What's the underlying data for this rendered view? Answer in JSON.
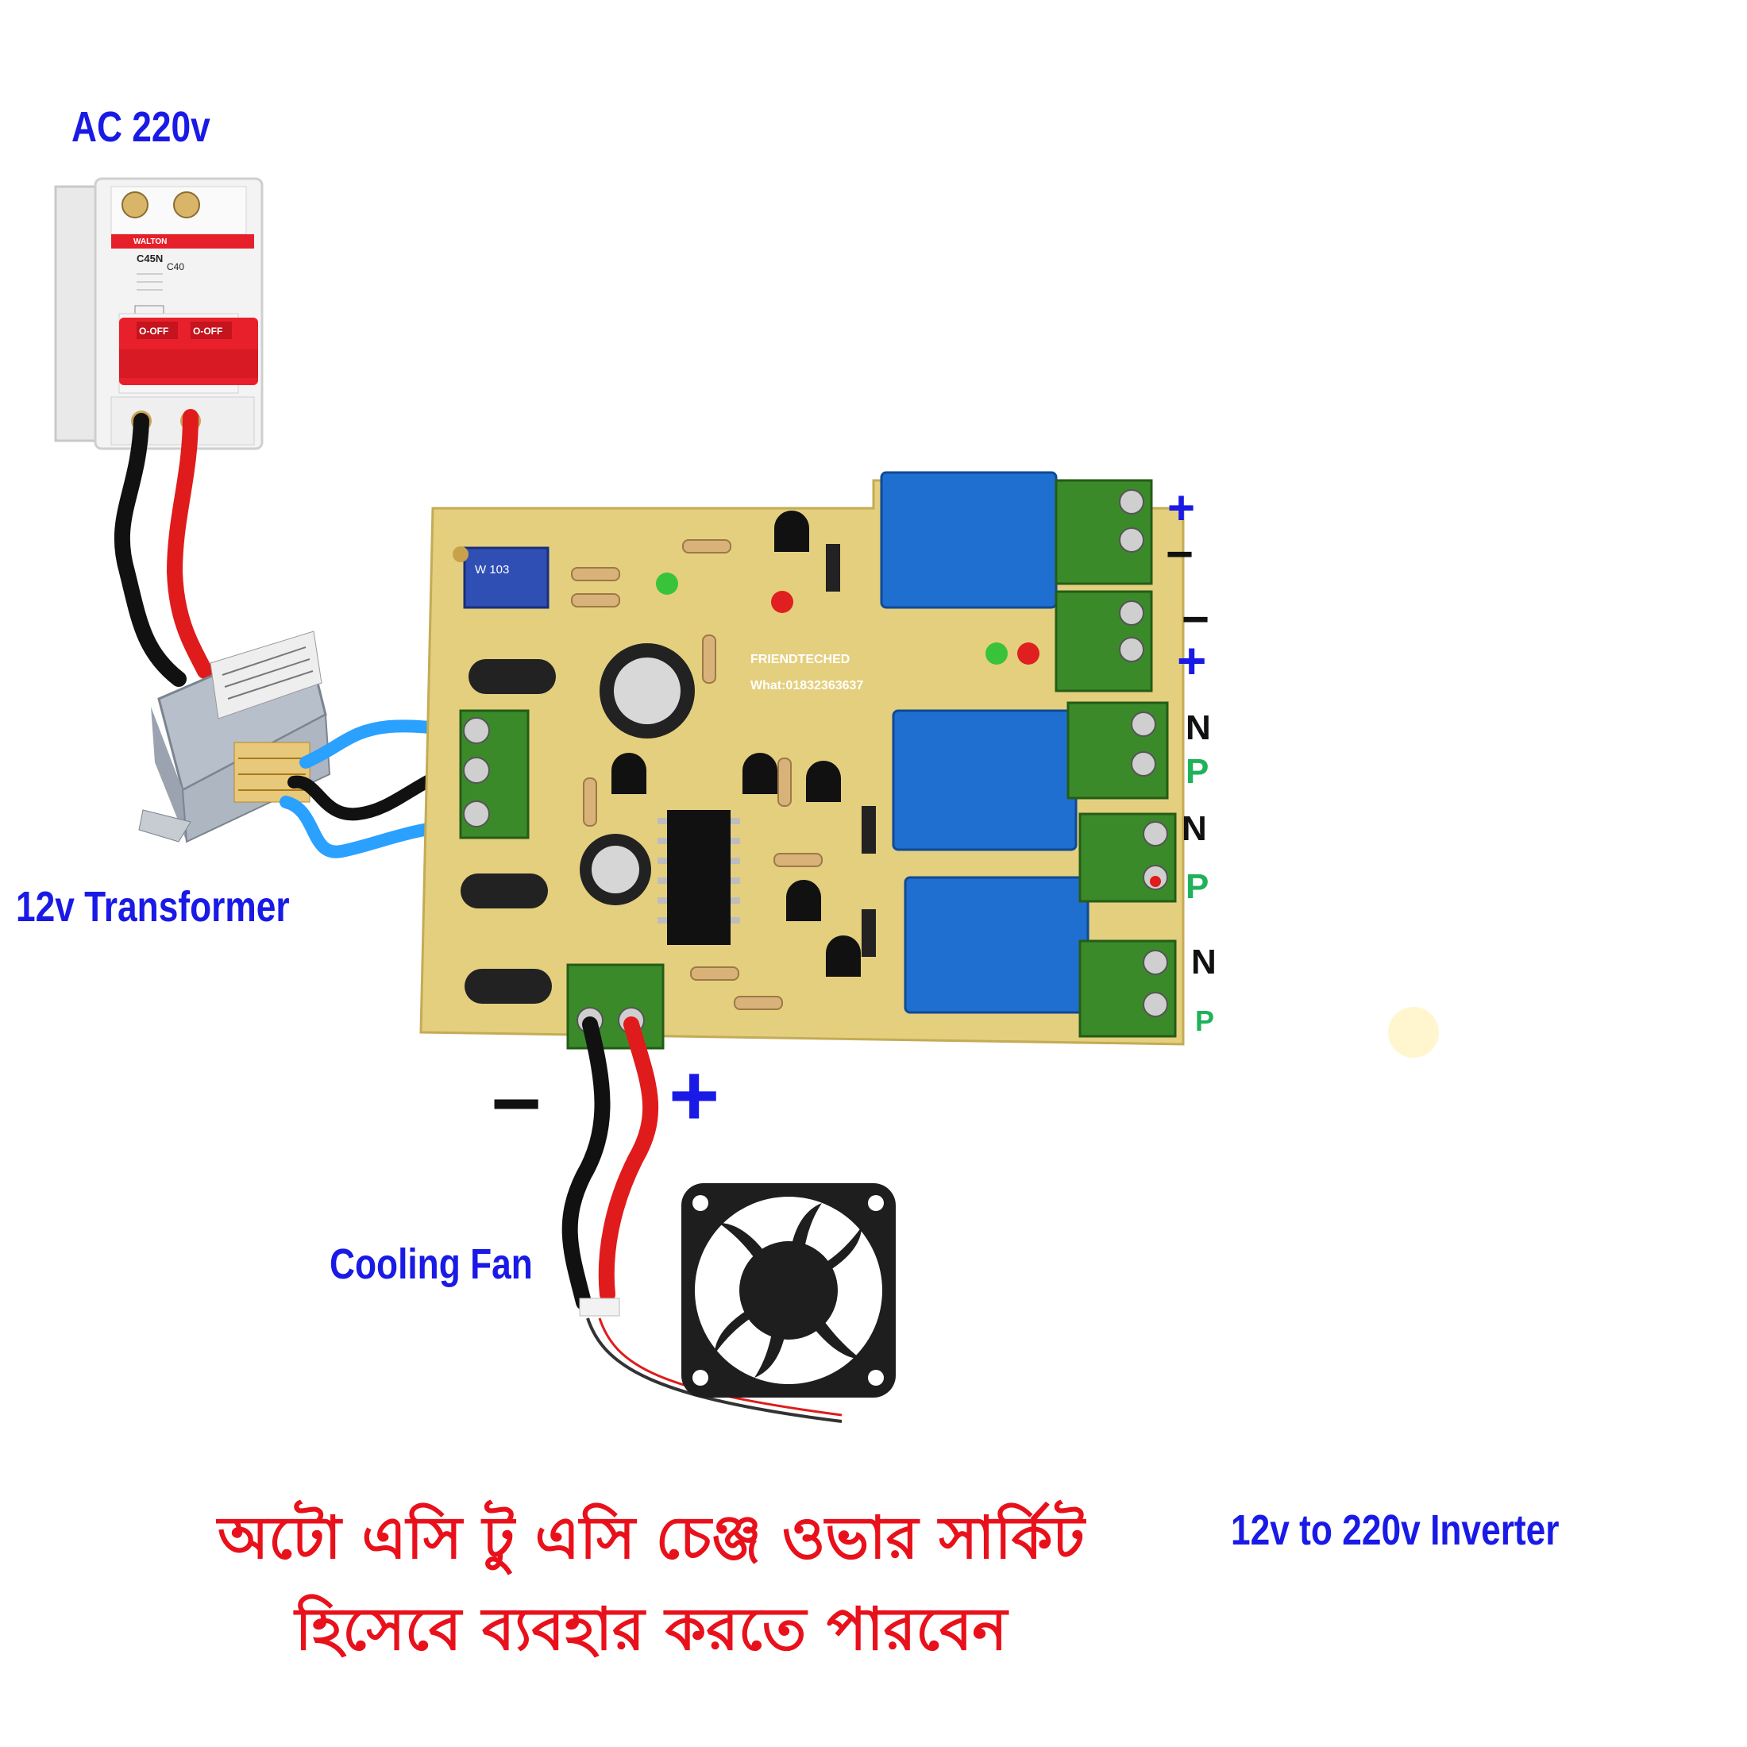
{
  "labels": {
    "ac_supply": "AC 220v",
    "transformer": "12v Transformer",
    "cooling_fan": "Cooling Fan",
    "inverter": "12v to 220v Inverter"
  },
  "breaker": {
    "brand": "WALTON",
    "model": "C45N",
    "rating": "C40",
    "switch_text": "O-OFF"
  },
  "pcb": {
    "brand_text": "FRIENDTECHED",
    "contact_text": "What:01832363637",
    "pot_label": "W 103"
  },
  "terminals": {
    "plus": "+",
    "minus": "−",
    "neutral": "N",
    "phase": "P"
  },
  "caption": {
    "line1": "অটো এসি টু এসি চেঞ্জ ওভার সার্কিট",
    "line2": "হিসেবে ব্যবহার করতে পারবেন"
  },
  "colors": {
    "label_blue": "#1a1ae6",
    "caption_red": "#e8111b",
    "phase_green": "#1fb25a",
    "pcb_yellow": "#e4cf7e",
    "relay_blue": "#1f6fd0",
    "terminal_green": "#3b8a2a",
    "wire_red": "#e01b1b",
    "wire_black": "#111111",
    "wire_blue": "#2aa0ff"
  }
}
